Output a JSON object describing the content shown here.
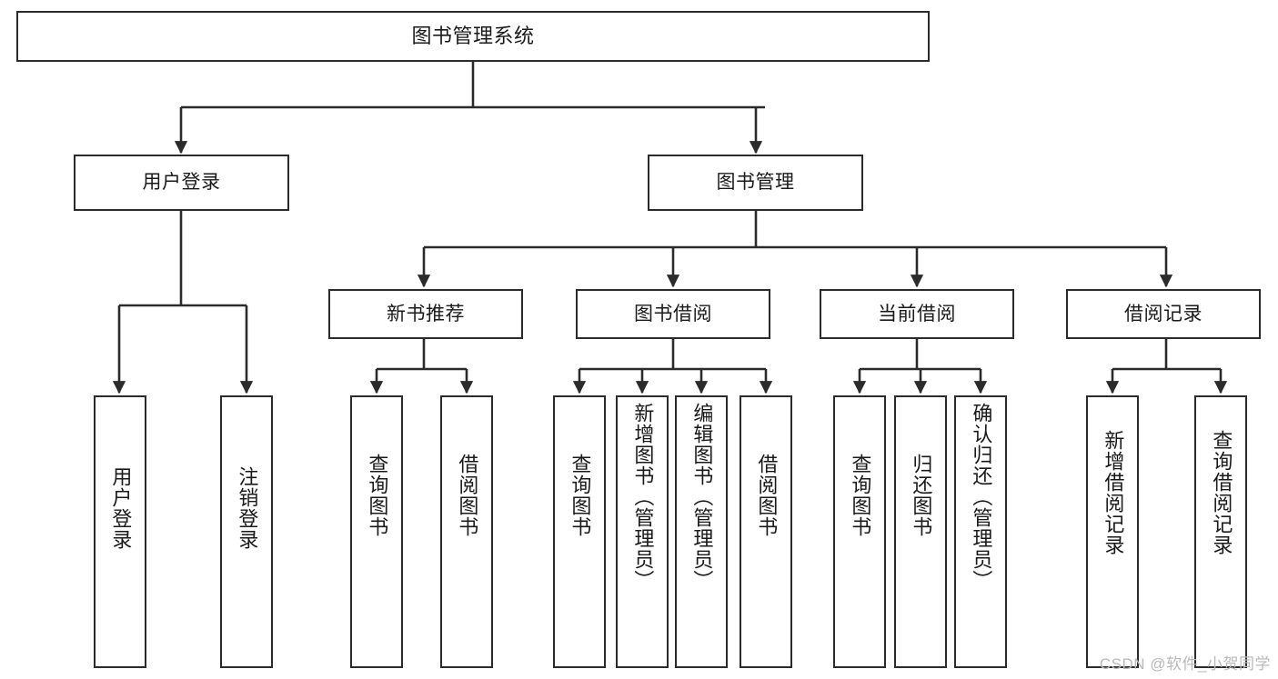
{
  "diagram": {
    "title": "图书管理系统",
    "type": "tree-hierarchy",
    "watermark": "CSDN @软件_小贺同学",
    "colors": {
      "box_border": "#2b2b2b",
      "box_fill": "#ffffff",
      "edge": "#2b2b2b",
      "text": "#1a1a1a",
      "watermark": "#b9b9b9",
      "background": "#ffffff"
    },
    "root": {
      "label": "图书管理系统"
    },
    "level1": [
      {
        "label": "用户登录"
      },
      {
        "label": "图书管理"
      }
    ],
    "level2": [
      {
        "label": "新书推荐"
      },
      {
        "label": "图书借阅"
      },
      {
        "label": "当前借阅"
      },
      {
        "label": "借阅记录"
      }
    ],
    "leaves": {
      "user_login": [
        {
          "label": "用户登录"
        },
        {
          "label": "注销登录"
        }
      ],
      "new_book_recommend": [
        {
          "label": "查询图书"
        },
        {
          "label": "借阅图书"
        }
      ],
      "book_borrow": [
        {
          "label": "查询图书"
        },
        {
          "label": "新增图书（管理员）"
        },
        {
          "label": "编辑图书（管理员）"
        },
        {
          "label": "借阅图书"
        }
      ],
      "current_borrow": [
        {
          "label": "查询图书"
        },
        {
          "label": "归还图书"
        },
        {
          "label": "确认归还（管理员）"
        }
      ],
      "borrow_record": [
        {
          "label": "新增借阅记录"
        },
        {
          "label": "查询借阅记录"
        }
      ]
    }
  }
}
